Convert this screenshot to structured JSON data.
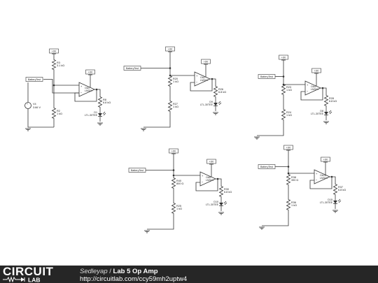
{
  "app": {
    "author": "Sedleyap",
    "separator": " / ",
    "title": "Lab 5 Op Amp",
    "url": "http://circuitlab.com/ccy59mh2uptw4",
    "logo_top": "CIRCUIT",
    "logo_bottom": "LAB"
  },
  "circuits": [
    {
      "id": "c1",
      "supply": "+9V",
      "input_label": "BatteryTest",
      "source": {
        "name": "V4",
        "value": "3.66 V"
      },
      "r_top": {
        "name": "R3",
        "value": "3.1 kΩ"
      },
      "r_bottom": {
        "name": "R2",
        "value": "1 kΩ"
      },
      "opamp": {
        "name": "OA1",
        "part": "LM324"
      },
      "r_led": {
        "name": "R8",
        "value": "6.8 kΩ"
      },
      "led": {
        "name": "D1",
        "part": "LTL-30TEE"
      }
    },
    {
      "id": "c2",
      "supply": "+9V",
      "input_label": "BatteryTest",
      "r_top": {
        "name": "R20",
        "value": "1 kΩ"
      },
      "r_bottom": {
        "name": "R27",
        "value": "1 kΩ"
      },
      "opamp": {
        "name": "OA2",
        "part": "LM324"
      },
      "r_led": {
        "name": "R26",
        "value": "6.8 kΩ"
      },
      "led": {
        "name": "D9",
        "part": "LTL-30TEE"
      }
    },
    {
      "id": "c3",
      "supply": "+9V",
      "input_label": "BatteryTest",
      "r_top": {
        "name": "R23",
        "value": "1 kΩ"
      },
      "r_bottom": {
        "name": "R24",
        "value": "1 kΩ"
      },
      "opamp": {
        "name": "OA4",
        "part": "LM324"
      },
      "r_led": {
        "name": "R28",
        "value": "6.8 kΩ"
      },
      "led": {
        "name": "D8",
        "part": "LTL-30TEE"
      }
    },
    {
      "id": "c4",
      "supply": "+9V",
      "input_label": "BatteryTest",
      "r_top": {
        "name": "R40",
        "value": "800 Ω"
      },
      "r_bottom": {
        "name": "R25",
        "value": "1 kΩ"
      },
      "opamp": {
        "name": "OA5",
        "part": "LM324"
      },
      "r_led": {
        "name": "R30",
        "value": "6.8 kΩ"
      },
      "led": {
        "name": "D10",
        "part": "LTL-30TEE"
      }
    },
    {
      "id": "c5",
      "supply": "+9V",
      "input_label": "BatteryTest",
      "r_top": {
        "name": "R38",
        "value": "390 Ω"
      },
      "r_bottom": {
        "name": "R36",
        "value": "1 kΩ"
      },
      "opamp": {
        "name": "OA15",
        "part": "LM324"
      },
      "r_led": {
        "name": "R37",
        "value": "6.8 kΩ"
      },
      "led": {
        "name": "D15",
        "part": "LTL-30TEE"
      }
    }
  ]
}
